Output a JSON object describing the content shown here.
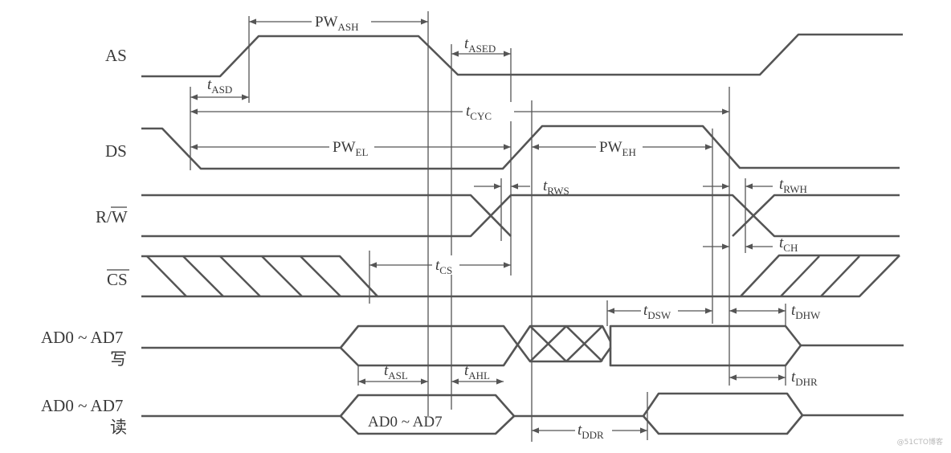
{
  "signals": {
    "as": "AS",
    "ds": "DS",
    "rw": "R/W",
    "cs": "CS",
    "ad_write_line1": "AD0 ~ AD7",
    "ad_write_line2": "写",
    "ad_read_line1": "AD0 ~ AD7",
    "ad_read_line2": "读"
  },
  "params": {
    "pw_ash": {
      "main": "PW",
      "sub": "ASH"
    },
    "t_ased": {
      "main": "t",
      "sub": "ASED"
    },
    "t_asd": {
      "main": "t",
      "sub": "ASD"
    },
    "t_cyc": {
      "main": "t",
      "sub": "CYC"
    },
    "pw_el": {
      "main": "PW",
      "sub": "EL"
    },
    "pw_eh": {
      "main": "PW",
      "sub": "EH"
    },
    "t_rws": {
      "main": "t",
      "sub": "RWS"
    },
    "t_rwh": {
      "main": "t",
      "sub": "RWH"
    },
    "t_ch": {
      "main": "t",
      "sub": "CH"
    },
    "t_cs": {
      "main": "t",
      "sub": "CS"
    },
    "t_dsw": {
      "main": "t",
      "sub": "DSW"
    },
    "t_dhw": {
      "main": "t",
      "sub": "DHW"
    },
    "t_asl": {
      "main": "t",
      "sub": "ASL"
    },
    "t_ahl": {
      "main": "t",
      "sub": "AHL"
    },
    "t_dhr": {
      "main": "t",
      "sub": "DHR"
    },
    "t_ddr": {
      "main": "t",
      "sub": "DDR"
    }
  },
  "bus_label": "AD0 ~ AD7",
  "watermark": "@51CTO博客"
}
